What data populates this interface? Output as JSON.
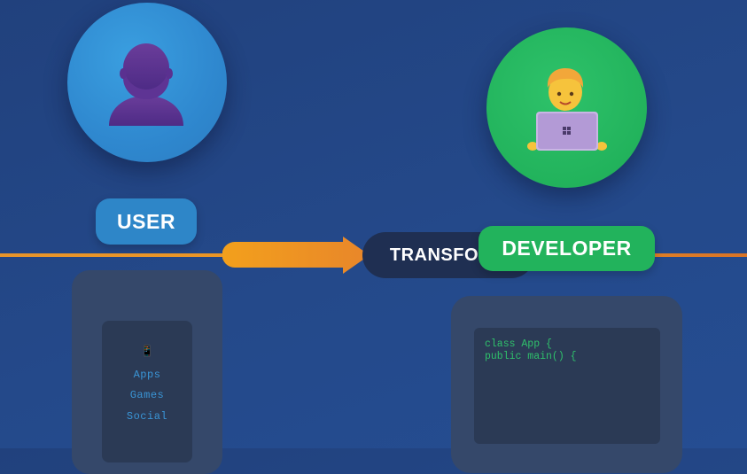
{
  "user": {
    "label": "USER",
    "icon": "user-silhouette-icon",
    "app_icon": "📱",
    "menu": [
      "Apps",
      "Games",
      "Social"
    ]
  },
  "transform": {
    "label": "TRANSFORM"
  },
  "developer": {
    "label": "DEVELOPER",
    "icon": "developer-laptop-icon",
    "code": [
      "class App {",
      "public main() {"
    ]
  },
  "colors": {
    "user": "#2e86c8",
    "developer": "#22b35c",
    "flow": "#ee9623",
    "background": "#23468a"
  }
}
